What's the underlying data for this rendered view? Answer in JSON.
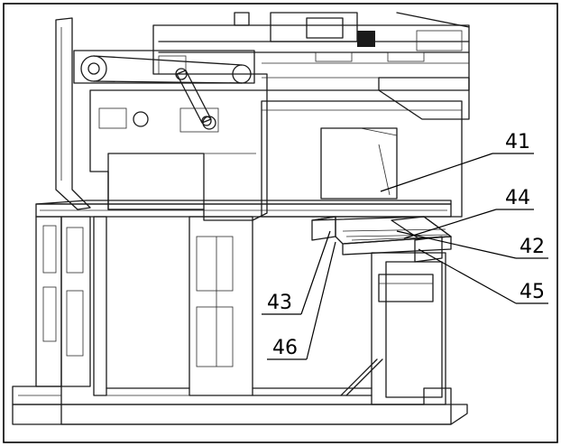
{
  "figure": {
    "labels": [
      {
        "id": "41",
        "text": "41",
        "target": "cutout-window"
      },
      {
        "id": "44",
        "text": "44",
        "target": "tray-upper-edge"
      },
      {
        "id": "42",
        "text": "42",
        "target": "tray-plate"
      },
      {
        "id": "45",
        "text": "45",
        "target": "tray-support"
      },
      {
        "id": "43",
        "text": "43",
        "target": "tray-left-wall"
      },
      {
        "id": "46",
        "text": "46",
        "target": "tray-lip"
      }
    ]
  }
}
